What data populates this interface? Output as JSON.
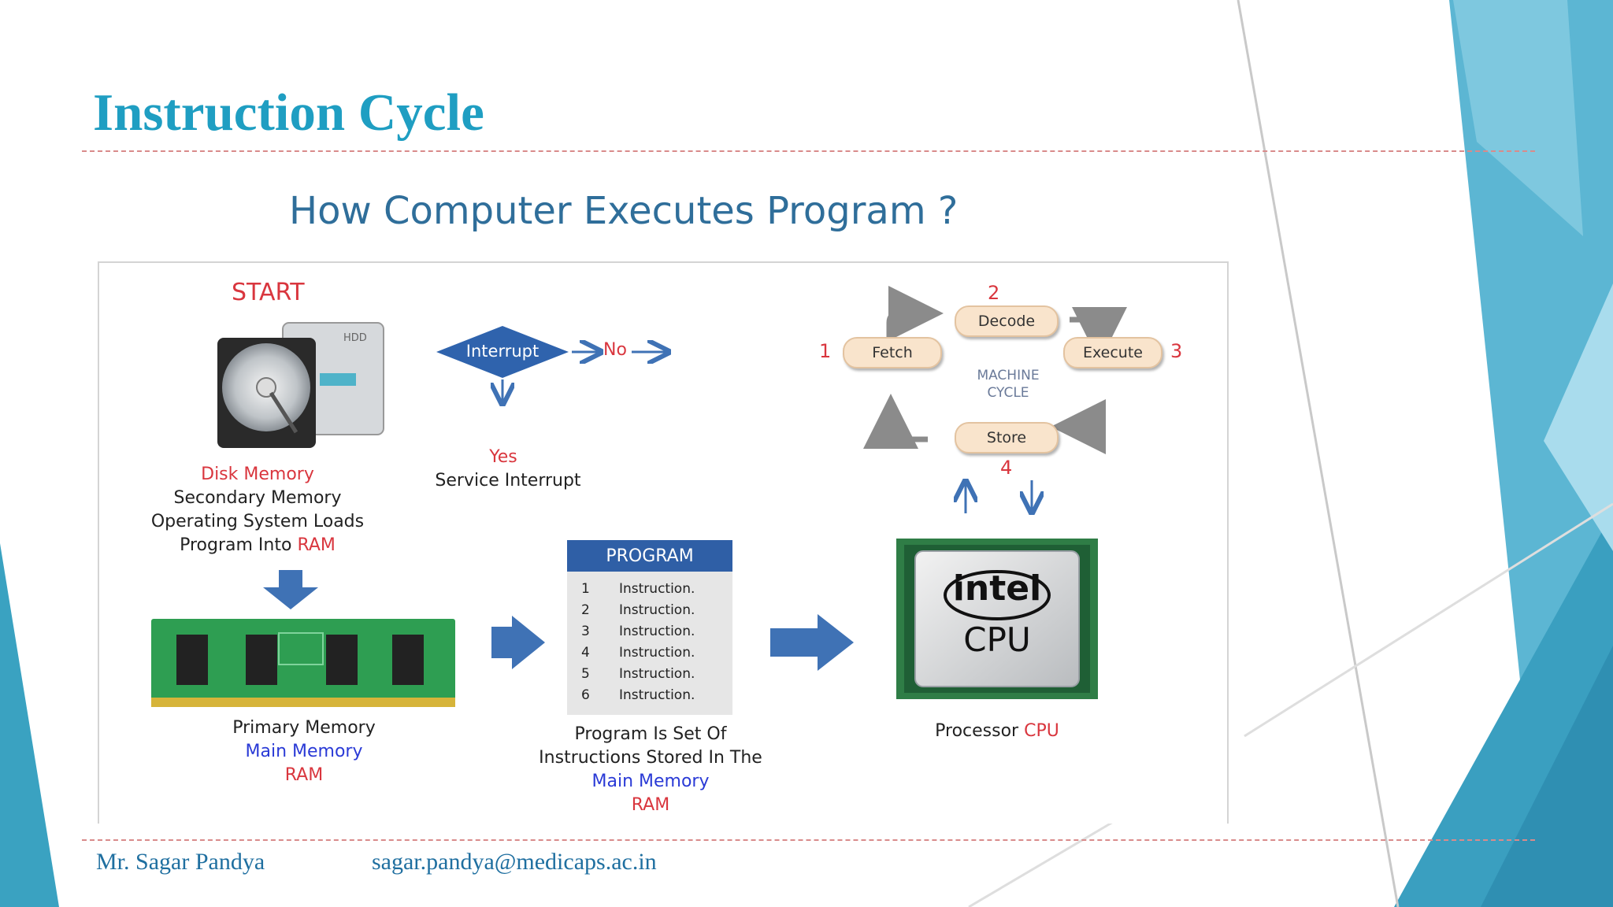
{
  "slide": {
    "title": "Instruction Cycle",
    "footer_author": "Mr. Sagar Pandya",
    "footer_email": "sagar.pandya@medicaps.ac.in"
  },
  "figure": {
    "heading": "How Computer Executes Program ?",
    "start_label": "START",
    "hdd_label": "HDD",
    "disk": {
      "line1": "Disk Memory",
      "line2": "Secondary Memory",
      "line3": "Operating System Loads",
      "line4_prefix": "Program Into",
      "line4_ram": "RAM"
    },
    "ram": {
      "line1": "Primary Memory",
      "line2": "Main Memory",
      "line3": "RAM"
    },
    "interrupt": {
      "label": "Interrupt",
      "no": "No",
      "yes": "Yes",
      "service": "Service Interrupt"
    },
    "cycle": {
      "center_line1": "MACHINE",
      "center_line2": "CYCLE",
      "steps": [
        {
          "num": "1",
          "label": "Fetch"
        },
        {
          "num": "2",
          "label": "Decode"
        },
        {
          "num": "3",
          "label": "Execute"
        },
        {
          "num": "4",
          "label": "Store"
        }
      ]
    },
    "program": {
      "header": "PROGRAM",
      "rows": [
        {
          "num": "1",
          "text": "Instruction."
        },
        {
          "num": "2",
          "text": "Instruction."
        },
        {
          "num": "3",
          "text": "Instruction."
        },
        {
          "num": "4",
          "text": "Instruction."
        },
        {
          "num": "5",
          "text": "Instruction."
        },
        {
          "num": "6",
          "text": "Instruction."
        }
      ],
      "caption_line1": "Program Is Set Of",
      "caption_line2": "Instructions Stored In The",
      "caption_line3": "Main Memory",
      "caption_line4": "RAM"
    },
    "cpu": {
      "brand": "intel",
      "chip_label": "CPU",
      "caption_prefix": "Processor",
      "caption_cpu": "CPU"
    }
  },
  "colors": {
    "title": "#1f9ec2",
    "heading": "#2f6e9a",
    "accent_red": "#d9363e",
    "accent_blue": "#2a3ad6",
    "arrow_blue": "#3f72b5",
    "deco_teal": "#3aa6c4"
  }
}
